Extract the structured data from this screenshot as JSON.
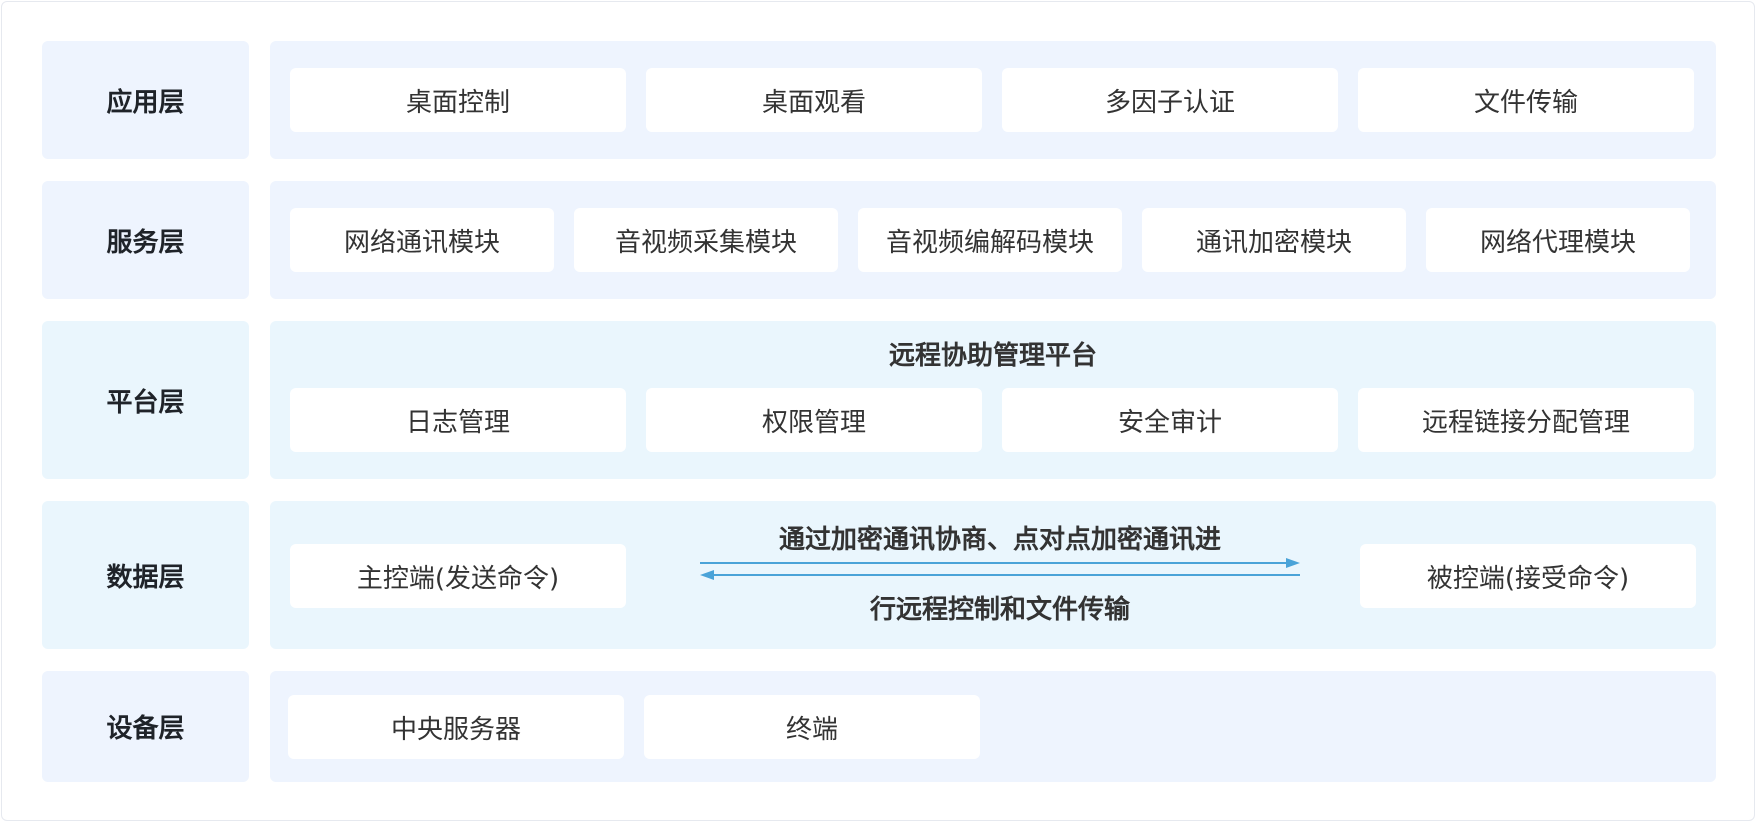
{
  "layers": {
    "application": {
      "label": "应用层",
      "items": [
        "桌面控制",
        "桌面观看",
        "多因子认证",
        "文件传输"
      ]
    },
    "service": {
      "label": "服务层",
      "items": [
        "网络通讯模块",
        "音视频采集模块",
        "音视频编解码模块",
        "通讯加密模块",
        "网络代理模块"
      ]
    },
    "platform": {
      "label": "平台层",
      "title": "远程协助管理平台",
      "items": [
        "日志管理",
        "权限管理",
        "安全审计",
        "远程链接分配管理"
      ]
    },
    "data": {
      "label": "数据层",
      "left": "主控端(发送命令)",
      "right": "被控端(接受命令)",
      "top_text": "通过加密通讯协商、点对点加密通讯进",
      "bottom_text": "行远程控制和文件传输"
    },
    "device": {
      "label": "设备层",
      "items": [
        "中央服务器",
        "终端"
      ]
    }
  },
  "colors": {
    "panel_blue": "#eef4fe",
    "panel_cyan": "#eaf6fd",
    "arrow": "#4aa3d8"
  }
}
